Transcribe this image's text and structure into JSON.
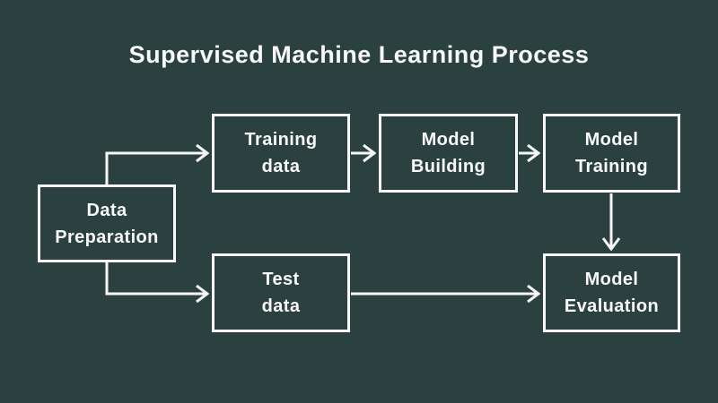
{
  "title": "Supervised Machine Learning Process",
  "colors": {
    "background": "#2a4140",
    "foreground": "#f8f8f8"
  },
  "nodes": [
    {
      "id": "data-preparation",
      "lines": [
        "Data",
        "Preparation"
      ]
    },
    {
      "id": "training-data",
      "lines": [
        "Training",
        "data"
      ]
    },
    {
      "id": "model-building",
      "lines": [
        "Model",
        "Building"
      ]
    },
    {
      "id": "model-training",
      "lines": [
        "Model",
        "Training"
      ]
    },
    {
      "id": "test-data",
      "lines": [
        "Test",
        "data"
      ]
    },
    {
      "id": "model-evaluation",
      "lines": [
        "Model",
        "Evaluation"
      ]
    }
  ],
  "edges": [
    {
      "from": "data-preparation",
      "to": "training-data"
    },
    {
      "from": "data-preparation",
      "to": "test-data"
    },
    {
      "from": "training-data",
      "to": "model-building"
    },
    {
      "from": "model-building",
      "to": "model-training"
    },
    {
      "from": "model-training",
      "to": "model-evaluation"
    },
    {
      "from": "test-data",
      "to": "model-evaluation"
    }
  ]
}
